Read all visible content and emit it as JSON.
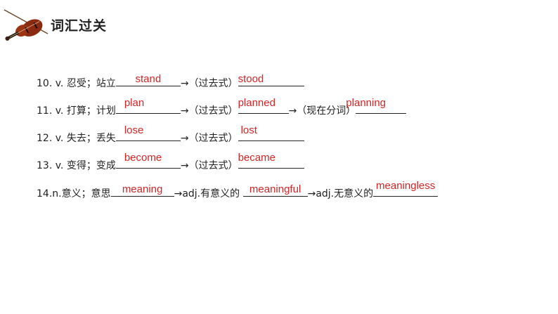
{
  "header": {
    "title": "词汇过关"
  },
  "rows": [
    {
      "prefix": "10. v. 忍受；站立",
      "a1": "stand",
      "mid": "→（过去式）",
      "a2": "stood"
    },
    {
      "prefix": "11. v. 打算；计划",
      "a1": "plan",
      "mid": "→（过去式）",
      "a2": "planned",
      "mid2": "→（现在分词）",
      "a3": "planning"
    },
    {
      "prefix": "12. v. 失去；丢失",
      "a1": "lose",
      "mid": "→（过去式）",
      "a2": "lost"
    },
    {
      "prefix": "13. v. 变得；变成",
      "a1": "become",
      "mid": "→（过去式）",
      "a2": "became"
    },
    {
      "prefix": "14.n.意义；意思",
      "a1": "meaning",
      "mid": "→adj.有意义的 ",
      "a2": "meaningful",
      "mid2": "→adj.无意义的",
      "a3": "meaningless"
    }
  ],
  "colors": {
    "answer": "#d32525",
    "text": "#222222"
  },
  "icons": {
    "logo": "violin-icon"
  }
}
